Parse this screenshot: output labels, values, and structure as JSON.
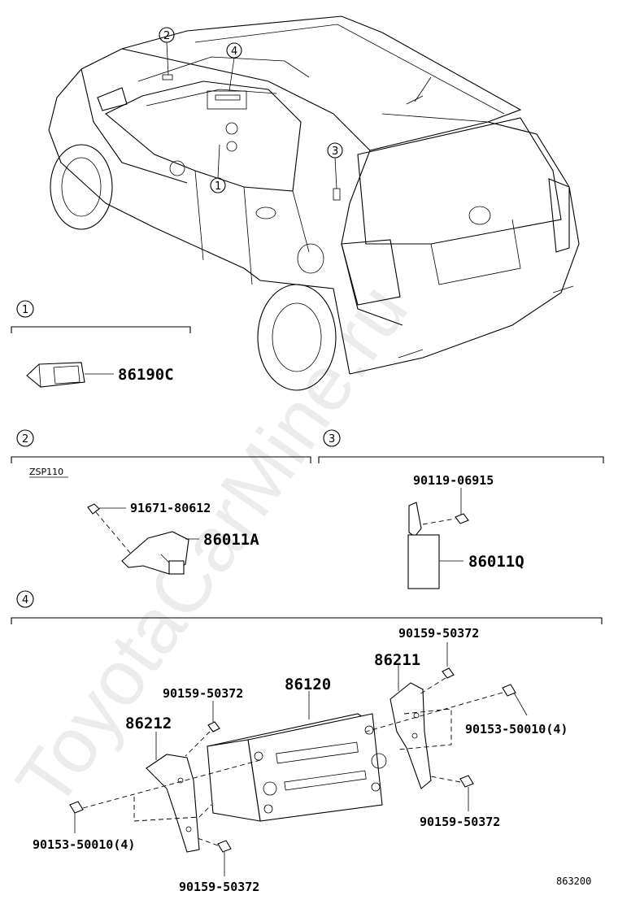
{
  "watermark": "ToyotaCarMine.ru",
  "diagram_id": "863200",
  "sections": {
    "s1": {
      "number": "1",
      "part": "86190C"
    },
    "s2": {
      "number": "2",
      "variant": "ZSP110",
      "screw": "91671-80612",
      "part": "86011A"
    },
    "s3": {
      "number": "3",
      "screw": "90119-06915",
      "part": "86011Q"
    },
    "s4": {
      "number": "4",
      "radio": "86120",
      "bracket_right": "86211",
      "bracket_left": "86212",
      "screw_right_top": "90159-50372",
      "screw_left_top": "90159-50372",
      "screw_right_bottom": "90159-50372",
      "screw_left_bottom": "90159-50372",
      "bolt_right": "90153-50010(4)",
      "bolt_left": "90153-50010(4)"
    }
  },
  "callouts": {
    "c1": "1",
    "c2": "2",
    "c3": "3",
    "c4": "4"
  }
}
